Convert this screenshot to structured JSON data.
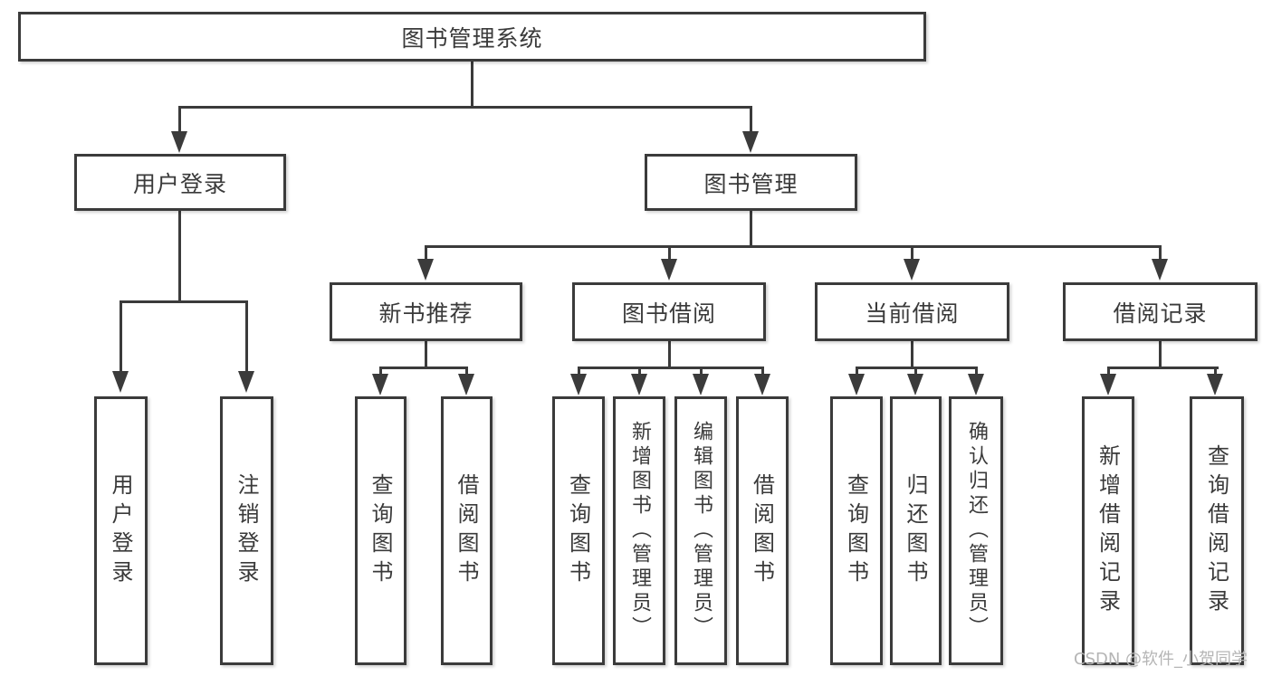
{
  "diagram": {
    "watermark": "CSDN @软件_小贺同学",
    "colors": {
      "line": "#3b3b3b",
      "text": "#3a3a3a",
      "watermark": "#b5b5b5"
    },
    "nodes": {
      "root": "图书管理系统",
      "user_login": "用户登录",
      "book_mgmt": "图书管理",
      "new_book_rec": "新书推荐",
      "book_borrow": "图书借阅",
      "current_borrow": "当前借阅",
      "borrow_record": "借阅记录",
      "login": "用户登录",
      "logout": "注销登录",
      "query_book_1": "查询图书",
      "borrow_book_1": "借阅图书",
      "query_book_2": "查询图书",
      "add_book": "新增图书（管理员）",
      "edit_book": "编辑图书（管理员）",
      "borrow_book_2": "借阅图书",
      "query_book_3": "查询图书",
      "return_book": "归还图书",
      "confirm_return": "确认归还（管理员）",
      "add_borrow_record": "新增借阅记录",
      "query_borrow_record": "查询借阅记录"
    }
  }
}
